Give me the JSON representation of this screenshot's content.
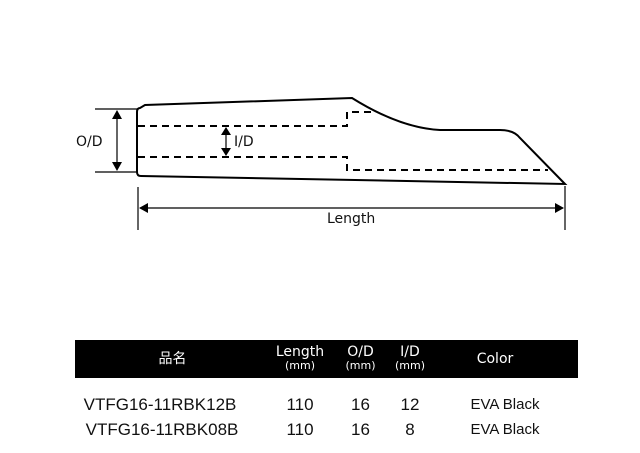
{
  "diagram": {
    "labels": {
      "outer_diameter": "O/D",
      "inner_diameter": "I/D",
      "length": "Length"
    }
  },
  "table": {
    "headers": [
      {
        "main": "品名",
        "sub": ""
      },
      {
        "main": "Length",
        "sub": "(mm)"
      },
      {
        "main": "O/D",
        "sub": "(mm)"
      },
      {
        "main": "I/D",
        "sub": "(mm)"
      },
      {
        "main": "Color",
        "sub": ""
      }
    ],
    "rows": [
      {
        "name": "VTFG16-11RBK12B",
        "length": "110",
        "od": "16",
        "id": "12",
        "color": "EVA Black"
      },
      {
        "name": "VTFG16-11RBK08B",
        "length": "110",
        "od": "16",
        "id": "8",
        "color": "EVA Black"
      }
    ],
    "header_bg": "#000000",
    "header_fg": "#ffffff"
  }
}
